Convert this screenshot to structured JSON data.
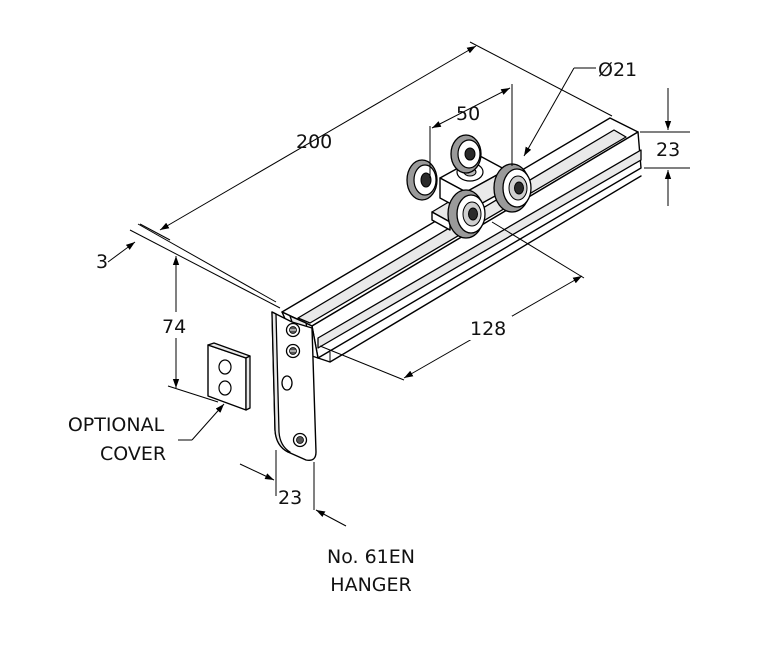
{
  "dimensions": {
    "length": "200",
    "wheel_spacing": "50",
    "wheel_diameter": "Ø21",
    "track_height": "23",
    "thickness": "3",
    "bracket_height": "74",
    "projection": "128",
    "bracket_width": "23"
  },
  "callouts": {
    "cover_line1": "OPTIONAL",
    "cover_line2": "COVER"
  },
  "caption": {
    "line1": "No. 61EN",
    "line2": "HANGER"
  }
}
